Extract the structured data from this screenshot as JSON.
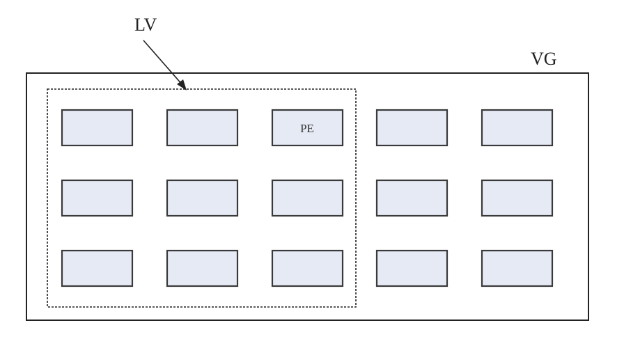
{
  "labels": {
    "lv": "LV",
    "vg": "VG",
    "pe": "PE"
  },
  "grid": {
    "rows": 3,
    "cols": 5,
    "labeled_cell": {
      "row": 0,
      "col": 2
    }
  },
  "colors": {
    "box_fill": "#e6eaf5",
    "stroke": "#222222"
  }
}
